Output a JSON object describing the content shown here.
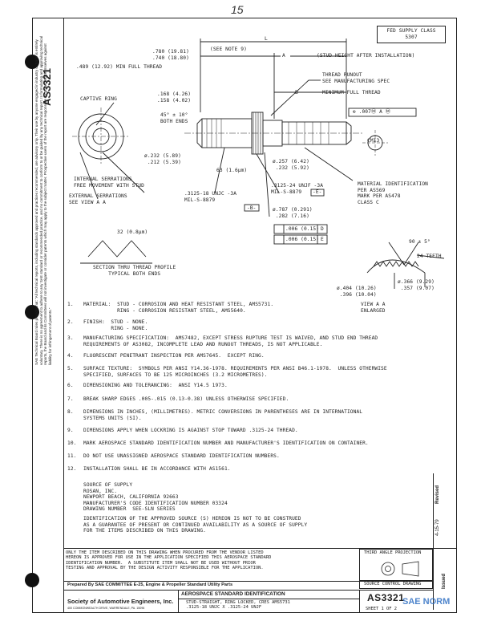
{
  "handwritten_mark": "15",
  "doc_number_vertical": "AS3321",
  "legal_text": "SAE Technical Board rules provide that: \"All technical reports, including standards approved and practices recommended, are advisory only. Their use by anyone engaged in industry or trade is entirely voluntary. There is no agreement to adhere to any SAE standard or recommended practice, and no commitment to conform to or be guided by any technical report. In formulating and approving technical reports, the Board and its Committees will not investigate or consider patents which may apply to the subject matter. Prospective users of the report are responsible for protecting themselves against liability for infringement of patents.\"",
  "fed_supply_class": "FED SUPPLY CLASS\n5307",
  "drawing": {
    "dim_L": "L",
    "dim_780": ".780 (19.81)\n.740 (18.80)",
    "see_note": "(SEE NOTE 9)",
    "dim_A": "A",
    "stud_height": "(STUD HEIGHT AFTER INSTALLATION)",
    "dim_489": ".489 (12.92) MIN FULL THREAD",
    "thread_runout": "THREAD RUNOUT\nSEE MANUFACTURING SPEC",
    "dim_168": ".168 (4.26)\n.158 (4.02)",
    "dim_B": "B",
    "min_full_thread": "MINIMUM FULL THREAD",
    "captive_ring": "CAPTIVE RING",
    "chamfer": "45° ± 10°\nBOTH ENDS",
    "position_tol": "⊕ .007Ⓜ A Ⓜ",
    "cmi3": "CMI3",
    "dia_232": "ø.232 (5.89)\n .212 (5.39)",
    "internal_serr": "INTERNAL SERRATIONS\nFREE MOVEMENT WITH STUD",
    "external_serr": "EXTERNAL SERRATIONS\nSEE VIEW A A",
    "finish_63": "63 (1.6μm)",
    "thread_3125": ".3125-18 UNJC -3A\nMIL-S-8879",
    "thread_B_box": "-B-",
    "dia_257": "ø.257 (6.42)\n .232 (5.92)",
    "thread_3125_24": ".3125-24 UNJF -3A\nMIL-S-8879",
    "thread_E_box": "-E-",
    "dia_787": "ø.787 (0.291)\n .282 (7.16)",
    "mat_id": "MATERIAL IDENTIFICATION\nPER AS569\nMARK PER AS478\nCLASS C",
    "tol_1_val": ".006 (0.15)",
    "tol_1_ref": "D",
    "tol_2_val": ".006 (0.15)",
    "tol_2_ref": "E",
    "finish_32": "32 (0.8μm)",
    "section_label": "SECTION THRU THREAD PROFILE\nTYPICAL BOTH ENDS",
    "angle_90": "90 ± 5°",
    "teeth": "24 TEETH",
    "dia_404": "ø.404 (10.26)\n .396 (10.04)",
    "dia_366": "ø.366 (9.29)\n .357 (9.07)",
    "view_aa": "VIEW A A\nENLARGED"
  },
  "notes": [
    {
      "num": "1.",
      "text": "MATERIAL:  STUD - CORROSION AND HEAT RESISTANT STEEL, AMS5731.\n           RING - CORROSION RESISTANT STEEL, AMS5640."
    },
    {
      "num": "2.",
      "text": "FINISH:  STUD - NONE.\n         RING - NONE."
    },
    {
      "num": "3.",
      "text": "MANUFACTURING SPECIFICATION:  AMS7482, EXCEPT STRESS RUPTURE TEST IS WAIVED, AND STUD END THREAD\nREQUIREMENTS OF AS3082, INCOMPLETE LEAD AND RUNOUT THREADS, IS NOT APPLICABLE."
    },
    {
      "num": "4.",
      "text": "FLUORESCENT PENETRANT INSPECTION PER AMS7645.  EXCEPT RING."
    },
    {
      "num": "5.",
      "text": "SURFACE TEXTURE:  SYMBOLS PER ANSI Y14.36-1978. REQUIREMENTS PER ANSI B46.1-1978.  UNLESS OTHERWISE\nSPECIFIED, SURFACES TO BE 125 MICROINCHES (3.2 MICROMETRES)."
    },
    {
      "num": "6.",
      "text": "DIMENSIONING AND TOLERANCING:  ANSI Y14.5 1973."
    },
    {
      "num": "7.",
      "text": "BREAK SHARP EDGES .005-.015 (0.13-0.38) UNLESS OTHERWISE SPECIFIED."
    },
    {
      "num": "8.",
      "text": "DIMENSIONS IN INCHES, (MILLIMETRES). METRIC CONVERSIONS IN PARENTHESES ARE IN INTERNATIONAL\nSYSTEMS UNITS (SI)."
    },
    {
      "num": "9.",
      "text": "DIMENSIONS APPLY WHEN LOCKRING IS AGAINST STOP TOWARD .3125-24 THREAD."
    },
    {
      "num": "10.",
      "text": "MARK AEROSPACE STANDARD IDENTIFICATION NUMBER AND MANUFACTURER'S IDENTIFICATION ON CONTAINER."
    },
    {
      "num": "11.",
      "text": "DO NOT USE UNASSIGNED AEROSPACE STANDARD IDENTIFICATION NUMBERS."
    },
    {
      "num": "12.",
      "text": "INSTALLATION SHALL BE IN ACCORDANCE WITH AS1561."
    }
  ],
  "source": "SOURCE OF SUPPLY\nROSAN, INC.\nNEWPORT BEACH, CALIFORNIA 92663\nMANUFACTURER'S CODE IDENTIFICATION NUMBER 03324\nDRAWING NUMBER  SEE-SLN SERIES",
  "identification": "IDENTIFICATION OF THE APPROVED SOURCE (S) HEREON IS NOT TO BE CONSTRUED\nAS A GUARANTEE OF PRESENT OR CONTINUED AVAILABILITY AS A SOURCE OF SUPPLY\nFOR THE ITEMS DESCRIBED ON THIS DRAWING.",
  "only_item": "ONLY THE ITEM DESCRIBED ON THIS DRAWING WHEN PROCURED FROM THE VENDOR LISTED\nHEREON IS APPROVED FOR USE IN THE APPLICATION SPECIFIED THIS AEROSPACE STANDARD\nIDENTIFICATION NUMBER.  A SUBSTITUTE ITEM SHALL NOT BE USED WITHOUT PRIOR\nTESTING AND APPROVAL BY THE DESIGN ACTIVITY RESPONSIBLE FOR THE APPLICATION.",
  "third_angle": "THIRD ANGLE PROJECTION",
  "source_control": "SOURCE CONTROL DRAWING",
  "revised": "Revised",
  "issued": "Issued",
  "date": "4-15-79",
  "prepared_by": "Prepared By SAE COMMITTEE E-25, Engine & Propeller Standard Utility Parts",
  "society": "Society of Automotive Engineers, Inc.",
  "society_address": "400 COMMONWEALTH DRIVE, WARRENDALE, PA. 15096",
  "title_header": "AEROSPACE STANDARD IDENTIFICATION",
  "title_desc": "STUD-STRAIGHT, RING LOCKED, CRES AMS5731\n.3125-18 UNJC X .3125-24 UNJF",
  "doc_number": "AS3321",
  "sheet": "SHEET 1 OF 2",
  "watermark": "SAE NORM"
}
